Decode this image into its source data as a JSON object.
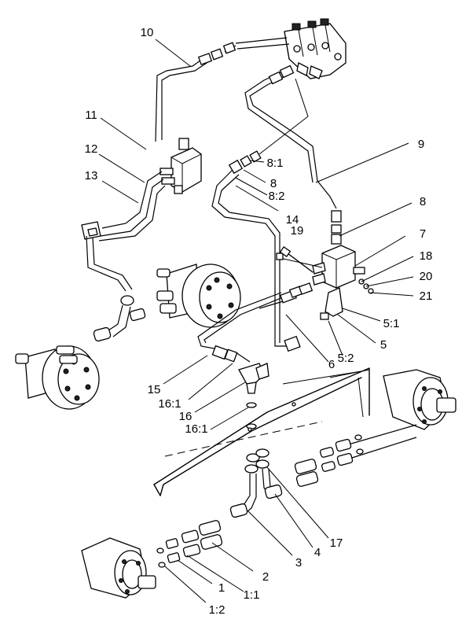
{
  "callouts": [
    {
      "id": "c10",
      "text": "10"
    },
    {
      "id": "c11",
      "text": "11"
    },
    {
      "id": "c12",
      "text": "12"
    },
    {
      "id": "c13",
      "text": "13"
    },
    {
      "id": "c9",
      "text": "9"
    },
    {
      "id": "c8-1",
      "text": "8:1"
    },
    {
      "id": "c8a",
      "text": "8"
    },
    {
      "id": "c8-2",
      "text": "8:2"
    },
    {
      "id": "c14",
      "text": "14"
    },
    {
      "id": "c8b",
      "text": "8"
    },
    {
      "id": "c19",
      "text": "19"
    },
    {
      "id": "c7",
      "text": "7"
    },
    {
      "id": "c18",
      "text": "18"
    },
    {
      "id": "c20",
      "text": "20"
    },
    {
      "id": "c21",
      "text": "21"
    },
    {
      "id": "c5-1",
      "text": "5:1"
    },
    {
      "id": "c5",
      "text": "5"
    },
    {
      "id": "c5-2",
      "text": "5:2"
    },
    {
      "id": "c6",
      "text": "6"
    },
    {
      "id": "c15",
      "text": "15"
    },
    {
      "id": "c16-1a",
      "text": "16:1"
    },
    {
      "id": "c16",
      "text": "16"
    },
    {
      "id": "c16-1b",
      "text": "16:1"
    },
    {
      "id": "c17",
      "text": "17"
    },
    {
      "id": "c4",
      "text": "4"
    },
    {
      "id": "c3",
      "text": "3"
    },
    {
      "id": "c2",
      "text": "2"
    },
    {
      "id": "c1",
      "text": "1"
    },
    {
      "id": "c1-1",
      "text": "1:1"
    },
    {
      "id": "c1-2",
      "text": "1:2"
    }
  ]
}
